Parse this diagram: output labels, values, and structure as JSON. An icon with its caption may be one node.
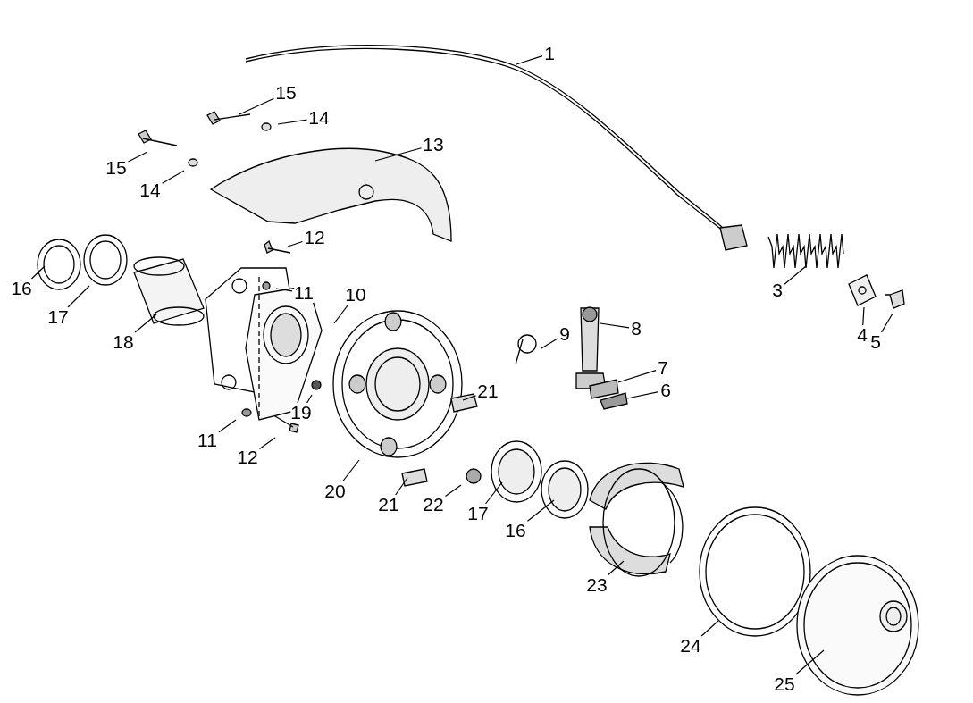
{
  "diagram": {
    "nodes": [
      {
        "text": [
          "1"
        ]
      },
      {
        "text": [
          "15"
        ]
      },
      {
        "text": [
          "14"
        ]
      },
      {
        "text": [
          "13"
        ]
      },
      {
        "text": [
          "15"
        ]
      },
      {
        "text": [
          "14"
        ]
      },
      {
        "text": [
          "12"
        ]
      },
      {
        "text": [
          "16"
        ]
      },
      {
        "text": [
          "3"
        ]
      },
      {
        "text": [
          "11"
        ]
      },
      {
        "text": [
          "10"
        ]
      },
      {
        "text": [
          "17"
        ]
      },
      {
        "text": [
          "8"
        ]
      },
      {
        "text": [
          "9"
        ]
      },
      {
        "text": [
          "4"
        ]
      },
      {
        "text": [
          "5"
        ]
      },
      {
        "text": [
          "18"
        ]
      },
      {
        "text": [
          "7"
        ]
      },
      {
        "text": [
          "21"
        ]
      },
      {
        "text": [
          "6"
        ]
      },
      {
        "text": [
          "19"
        ]
      },
      {
        "text": [
          "11"
        ]
      },
      {
        "text": [
          "12"
        ]
      },
      {
        "text": [
          "20"
        ]
      },
      {
        "text": [
          "21"
        ]
      },
      {
        "text": [
          "22"
        ]
      },
      {
        "text": [
          "17"
        ]
      },
      {
        "text": [
          "16"
        ]
      },
      {
        "text": [
          "23"
        ]
      },
      {
        "text": [
          "24"
        ]
      },
      {
        "text": [
          "25"
        ]
      }
    ],
    "edges": [
      {
        "from": 0,
        "to": null,
        "arrow": "none"
      },
      {
        "from": 1,
        "to": null,
        "arrow": "none"
      },
      {
        "from": 2,
        "to": null,
        "arrow": "none"
      },
      {
        "from": 3,
        "to": null,
        "arrow": "none"
      },
      {
        "from": 4,
        "to": null,
        "arrow": "none"
      },
      {
        "from": 5,
        "to": null,
        "arrow": "none"
      },
      {
        "from": 6,
        "to": null,
        "arrow": "none"
      },
      {
        "from": 7,
        "to": null,
        "arrow": "none"
      },
      {
        "from": 8,
        "to": null,
        "arrow": "none"
      },
      {
        "from": 9,
        "to": null,
        "arrow": "none"
      },
      {
        "from": 10,
        "to": null,
        "arrow": "none"
      },
      {
        "from": 11,
        "to": null,
        "arrow": "none"
      },
      {
        "from": 12,
        "to": null,
        "arrow": "none"
      },
      {
        "from": 13,
        "to": null,
        "arrow": "none"
      },
      {
        "from": 14,
        "to": null,
        "arrow": "none"
      },
      {
        "from": 15,
        "to": null,
        "arrow": "none"
      },
      {
        "from": 16,
        "to": null,
        "arrow": "none"
      },
      {
        "from": 17,
        "to": null,
        "arrow": "none"
      },
      {
        "from": 18,
        "to": null,
        "arrow": "none"
      },
      {
        "from": 19,
        "to": null,
        "arrow": "none"
      },
      {
        "from": 20,
        "to": null,
        "arrow": "none"
      },
      {
        "from": 21,
        "to": null,
        "arrow": "none"
      },
      {
        "from": 22,
        "to": null,
        "arrow": "none"
      },
      {
        "from": 23,
        "to": null,
        "arrow": "none"
      },
      {
        "from": 24,
        "to": null,
        "arrow": "none"
      },
      {
        "from": 25,
        "to": null,
        "arrow": "none"
      },
      {
        "from": 26,
        "to": null,
        "arrow": "none"
      },
      {
        "from": 27,
        "to": null,
        "arrow": "none"
      },
      {
        "from": 28,
        "to": null,
        "arrow": "none"
      },
      {
        "from": 29,
        "to": null,
        "arrow": "none"
      },
      {
        "from": 30,
        "to": null,
        "arrow": "none"
      }
    ]
  }
}
